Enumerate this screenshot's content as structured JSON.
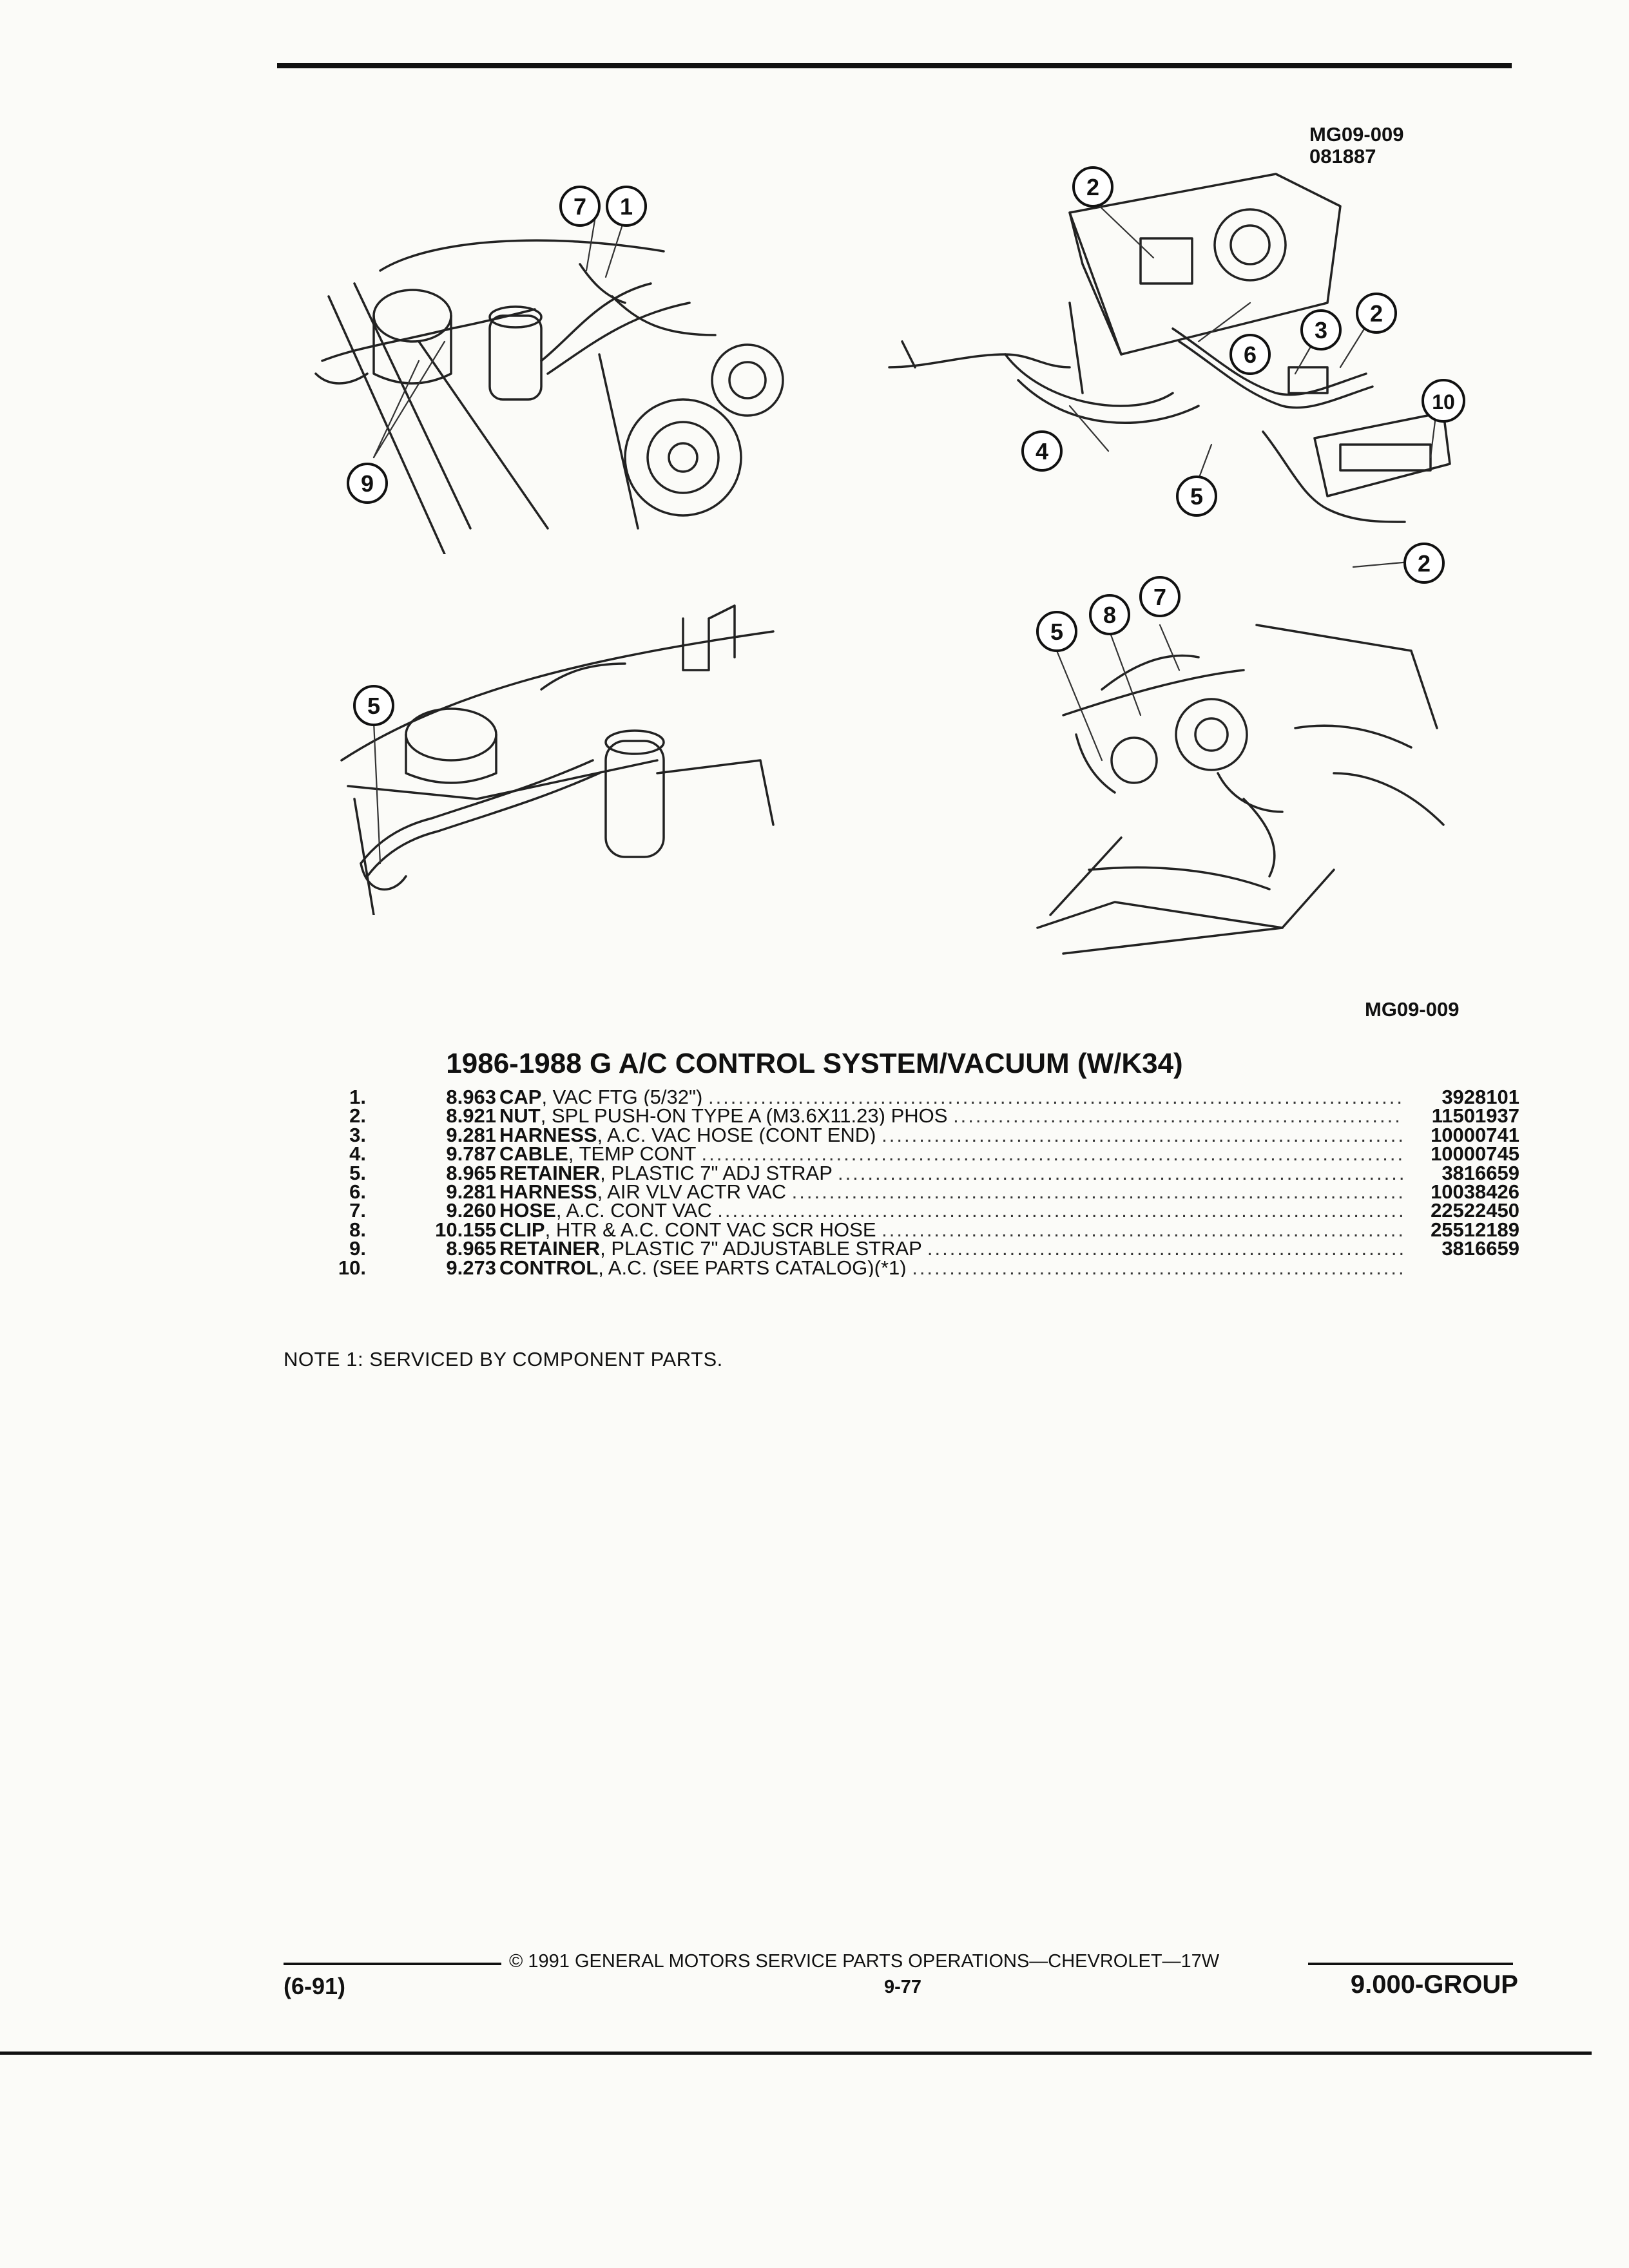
{
  "figure_codes": {
    "top_right_line1": "MG09-009",
    "top_right_line2": "081887",
    "bottom": "MG09-009"
  },
  "figures": [
    {
      "name": "engine-left-view",
      "callouts": [
        "7",
        "1",
        "9"
      ]
    },
    {
      "name": "dash-harness-view",
      "callouts": [
        "2",
        "6",
        "3",
        "2",
        "10",
        "4",
        "5",
        "2"
      ]
    },
    {
      "name": "engine-lower-left-view",
      "callouts": [
        "5"
      ]
    },
    {
      "name": "engine-lower-right-view",
      "callouts": [
        "5",
        "8",
        "7"
      ]
    }
  ],
  "parts_title": "1986-1988 G A/C CONTROL SYSTEM/VACUUM (W/K34)",
  "parts": [
    {
      "no": "1.",
      "code": "8.963",
      "name": "CAP",
      "desc": ", VAC FTG (5/32\")",
      "pn": "3928101"
    },
    {
      "no": "2.",
      "code": "8.921",
      "name": "NUT",
      "desc": ", SPL PUSH-ON TYPE A (M3.6X11.23) PHOS",
      "pn": "11501937"
    },
    {
      "no": "3.",
      "code": "9.281",
      "name": "HARNESS",
      "desc": ", A.C. VAC HOSE (CONT END)",
      "pn": "10000741"
    },
    {
      "no": "4.",
      "code": "9.787",
      "name": "CABLE",
      "desc": ", TEMP CONT",
      "pn": "10000745"
    },
    {
      "no": "5.",
      "code": "8.965",
      "name": "RETAINER",
      "desc": ", PLASTIC 7\" ADJ STRAP",
      "pn": "3816659"
    },
    {
      "no": "6.",
      "code": "9.281",
      "name": "HARNESS",
      "desc": ", AIR VLV ACTR VAC",
      "pn": "10038426"
    },
    {
      "no": "7.",
      "code": "9.260",
      "name": "HOSE",
      "desc": ", A.C. CONT VAC",
      "pn": "22522450"
    },
    {
      "no": "8.",
      "code": "10.155",
      "name": "CLIP",
      "desc": ", HTR & A.C. CONT VAC SCR HOSE",
      "pn": "25512189"
    },
    {
      "no": "9.",
      "code": "8.965",
      "name": "RETAINER",
      "desc": ", PLASTIC 7\" ADJUSTABLE STRAP",
      "pn": "3816659"
    },
    {
      "no": "10.",
      "code": "9.273",
      "name": "CONTROL",
      "desc": ", A.C. (SEE PARTS CATALOG)(*1)",
      "pn": ""
    }
  ],
  "note": "NOTE  1:  SERVICED BY COMPONENT PARTS.",
  "footer": {
    "copyright": "© 1991 GENERAL MOTORS SERVICE PARTS OPERATIONS—CHEVROLET—17W",
    "date_code": "(6-91)",
    "page": "9-77",
    "group": "9.000-GROUP"
  }
}
